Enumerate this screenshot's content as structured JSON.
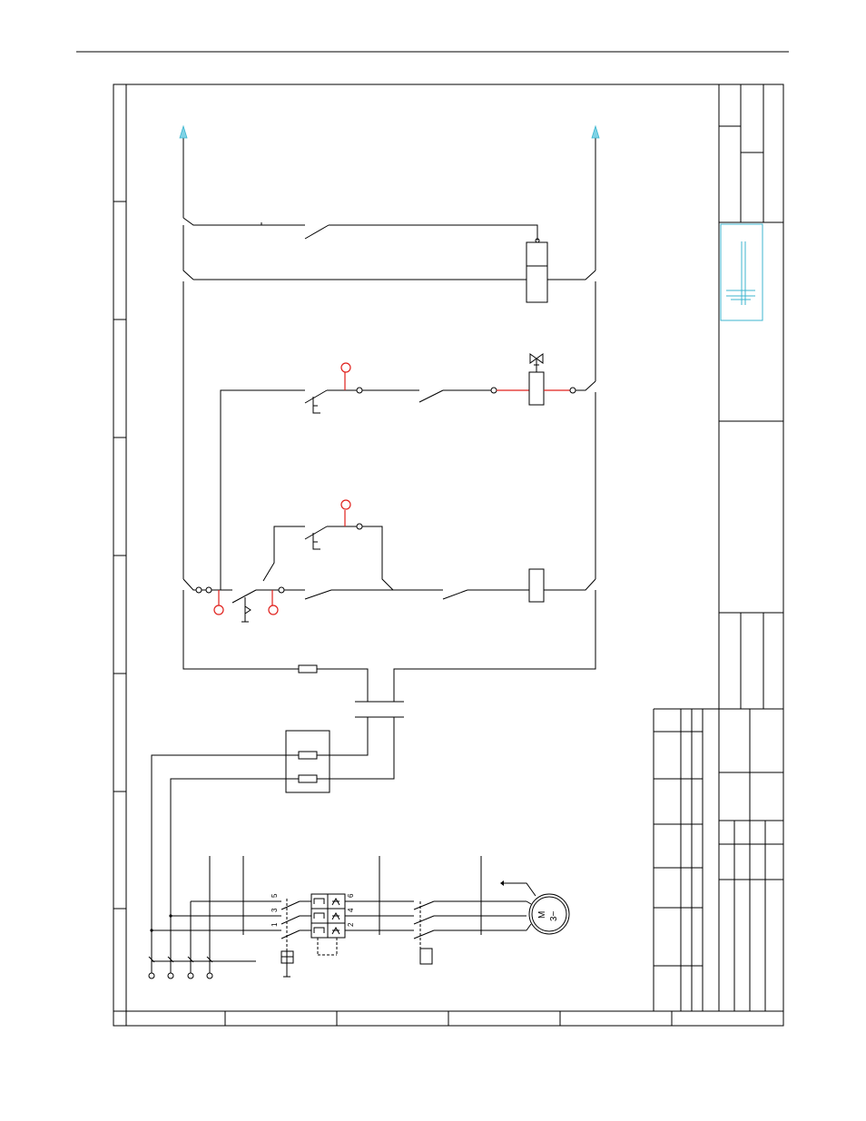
{
  "motor": {
    "line1": "M",
    "line2": "3~"
  },
  "terminals": {
    "left": [
      "1",
      "3",
      "5"
    ],
    "right": [
      "2",
      "4",
      "6"
    ]
  },
  "colors": {
    "wire": "#000000",
    "highlight": "#e0201c",
    "accent": "#3cb6cf",
    "arrow": "#7fd3e6"
  }
}
